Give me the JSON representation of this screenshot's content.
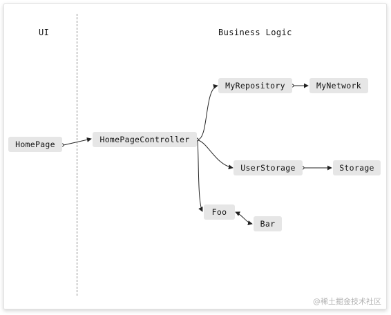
{
  "labels": {
    "ui": "UI",
    "business_logic": "Business Logic"
  },
  "nodes": {
    "homepage": "HomePage",
    "homepage_controller": "HomePageController",
    "my_repository": "MyRepository",
    "my_network": "MyNetwork",
    "user_storage": "UserStorage",
    "storage": "Storage",
    "foo": "Foo",
    "bar": "Bar"
  },
  "watermark": "@稀土掘金技术社区",
  "colors": {
    "node_fill": "#e6e6e6",
    "edge": "#222222",
    "divider": "#8a8a8a"
  }
}
